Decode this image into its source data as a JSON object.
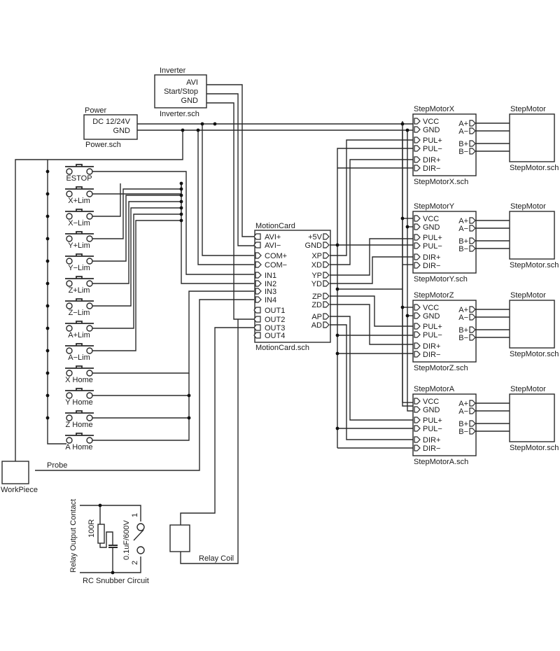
{
  "diagram": {
    "inverter": {
      "title": "Inverter",
      "file": "Inverter.sch",
      "pins": [
        "AVI",
        "Start/Stop",
        "GND"
      ]
    },
    "power": {
      "title": "Power",
      "file": "Power.sch",
      "pins": [
        "DC 12/24V",
        "GND"
      ]
    },
    "motion_card": {
      "title": "MotionCard",
      "file": "MotionCard.sch",
      "left_pins": [
        "AVI+",
        "AVI−",
        "COM+",
        "COM−",
        "IN1",
        "IN2",
        "IN3",
        "IN4",
        "OUT1",
        "OUT2",
        "OUT3",
        "OUT4"
      ],
      "right_pins": [
        "+5V",
        "GND",
        "XP",
        "XD",
        "YP",
        "YD",
        "ZP",
        "ZD",
        "AP",
        "AD"
      ]
    },
    "drivers": [
      {
        "title": "StepMotorX",
        "file": "StepMotorX.sch"
      },
      {
        "title": "StepMotorY",
        "file": "StepMotorY.sch"
      },
      {
        "title": "StepMotorZ",
        "file": "StepMotorZ.sch"
      },
      {
        "title": "StepMotorA",
        "file": "StepMotorA.sch"
      }
    ],
    "driver_left_pins": [
      "VCC",
      "GND",
      "PUL+",
      "PUL−",
      "DIR+",
      "DIR−"
    ],
    "driver_right_pins": [
      "A+",
      "A−",
      "B+",
      "B−"
    ],
    "motor": {
      "title": "StepMotor",
      "file": "StepMotor.sch"
    },
    "switches": [
      "ESTOP",
      "X+Lim",
      "X−Lim",
      "Y+Lim",
      "Y−Lim",
      "Z+Lim",
      "Z−Lim",
      "A+Lim",
      "A−Lim",
      "X Home",
      "Y Home",
      "Z Home",
      "A Home"
    ],
    "workpiece": "WorkPiece",
    "probe": "Probe",
    "relay_coil": "Relay Coil",
    "snubber": {
      "title": "RC Snubber Circuit",
      "contact_label": "Relay Output Contact",
      "resistor": "100R",
      "capacitor": "0.1uF/600V",
      "terminal_1": "1",
      "terminal_2": "2"
    }
  }
}
